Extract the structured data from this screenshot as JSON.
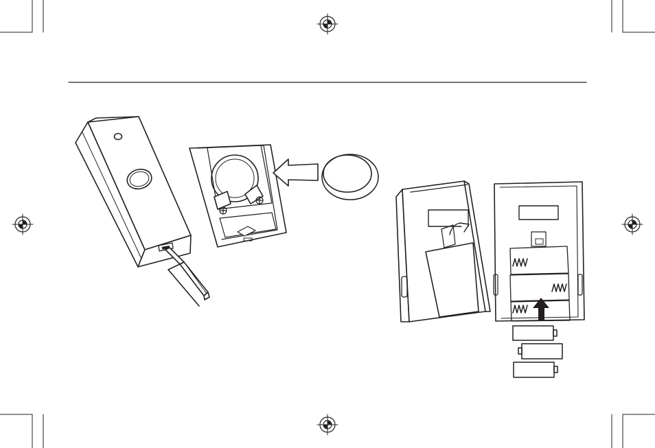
{
  "page": {
    "background": "#ffffff",
    "line_color": "#231f20",
    "title": ""
  },
  "figures": [
    {
      "name": "doorbell-push-button",
      "icon": "push-button-housing"
    },
    {
      "name": "push-button-battery-compartment",
      "icon": "coin-cell-holder"
    },
    {
      "name": "coin-cell-battery",
      "icon": "coin-battery"
    },
    {
      "name": "chime-unit-side",
      "icon": "chime-housing"
    },
    {
      "name": "chime-unit-battery-compartment",
      "icon": "aa-battery-holder"
    }
  ],
  "markers": {
    "insert_arrow": "left-arrow-icon",
    "battery_arrow": "up-arrow-icon",
    "registration_mark": "crosshair-target-icon",
    "polarity_plus": "plus-icon"
  }
}
